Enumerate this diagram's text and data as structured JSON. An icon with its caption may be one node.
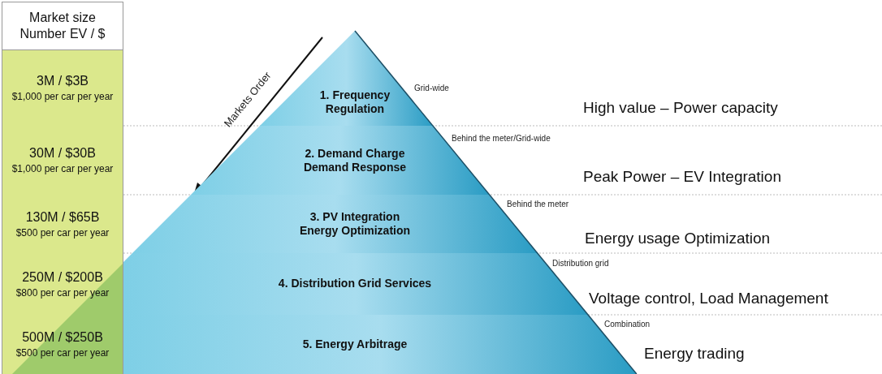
{
  "diagram": {
    "nodes": [
      {
        "text": [
          "Market size Number EV / $"
        ]
      },
      {
        "text": [
          "3M / $3B",
          "$1,000 per car per year"
        ]
      },
      {
        "text": [
          "30M / $30B",
          "$1,000 per car per year"
        ]
      },
      {
        "text": [
          "130M / $65B",
          "$500 per car per year"
        ]
      },
      {
        "text": [
          "250M / $200B",
          "$800 per car per year"
        ]
      },
      {
        "text": [
          "500M / $250B",
          "$500 per car per year"
        ]
      },
      {
        "text": [
          "1. Frequency Regulation"
        ]
      },
      {
        "text": [
          "2. Demand Charge Demand Response"
        ]
      },
      {
        "text": [
          "3. PV Integration Energy Optimization"
        ]
      },
      {
        "text": [
          "4. Distribution Grid Services"
        ]
      },
      {
        "text": [
          "5. Energy Arbitrage"
        ]
      }
    ],
    "labels": [
      "Markets Order",
      "Grid-wide",
      "High value – Power capacity",
      "Behind the meter/Grid-wide",
      "Peak Power – EV Integration",
      "Behind the meter",
      "Energy usage Optimization",
      "Distribution grid",
      "Voltage control, Load Management",
      "Combination",
      "Energy trading"
    ]
  }
}
